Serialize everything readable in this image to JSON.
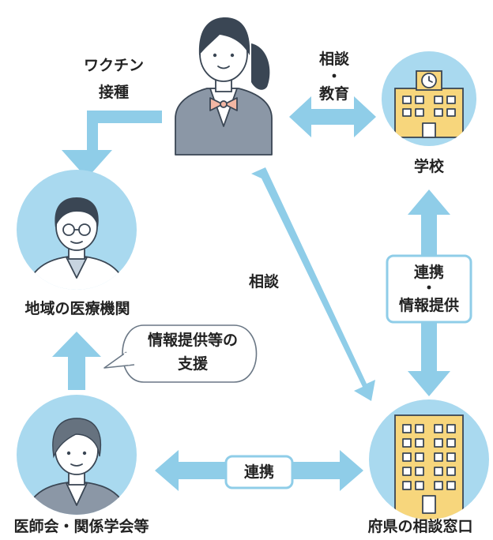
{
  "nodes": {
    "student": {
      "role": "student"
    },
    "medical": {
      "label": "地域の医療機関"
    },
    "school": {
      "label": "学校"
    },
    "doctors": {
      "label": "医師会・関係学会等"
    },
    "office": {
      "label": "府県の相談窓口"
    }
  },
  "edges": {
    "vaccination": {
      "line1": "ワクチン",
      "line2": "接種"
    },
    "consult_edu": {
      "line1": "相談",
      "dot": "・",
      "line2": "教育"
    },
    "consult": {
      "label": "相談"
    },
    "coop_info": {
      "line1": "連携",
      "dot": "・",
      "line2": "情報提供"
    },
    "coop": {
      "label": "連携"
    }
  },
  "callout": {
    "line1": "情報提供等の",
    "line2": "支援"
  },
  "colors": {
    "arrow": "#8fcde8",
    "circle": "#a9d9ef",
    "outline": "#3a4654",
    "suit": "#8b97a6",
    "building": "#f7d67c",
    "box_border": "#8fcde8"
  }
}
